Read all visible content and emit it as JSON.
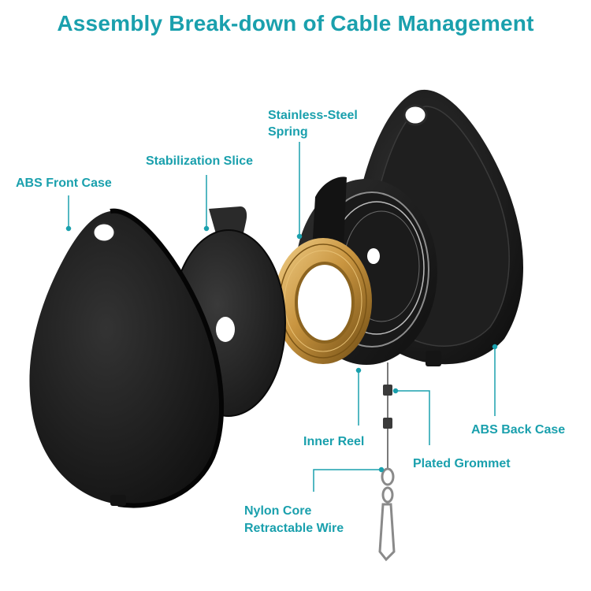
{
  "title": "Assembly Break-down of Cable Management",
  "colors": {
    "accent": "#1aa0ad",
    "case": "#1b1b1b",
    "brass": "#c99540",
    "background": "#ffffff"
  },
  "labels": {
    "abs_front_case": "ABS Front Case",
    "stabilization_slice": "Stabilization Slice",
    "stainless_steel_spring_line1": "Stainless-Steel",
    "stainless_steel_spring_line2": "Spring",
    "inner_reel": "Inner Reel",
    "abs_back_case": "ABS Back Case",
    "plated_grommet": "Plated Grommet",
    "nylon_core_line1": "Nylon Core",
    "nylon_core_line2": "Retractable Wire"
  },
  "icons": {
    "parts": [
      "front-case",
      "stabilization-slice",
      "spring-coil",
      "inner-reel",
      "back-case",
      "grommet",
      "wire-clip"
    ]
  }
}
